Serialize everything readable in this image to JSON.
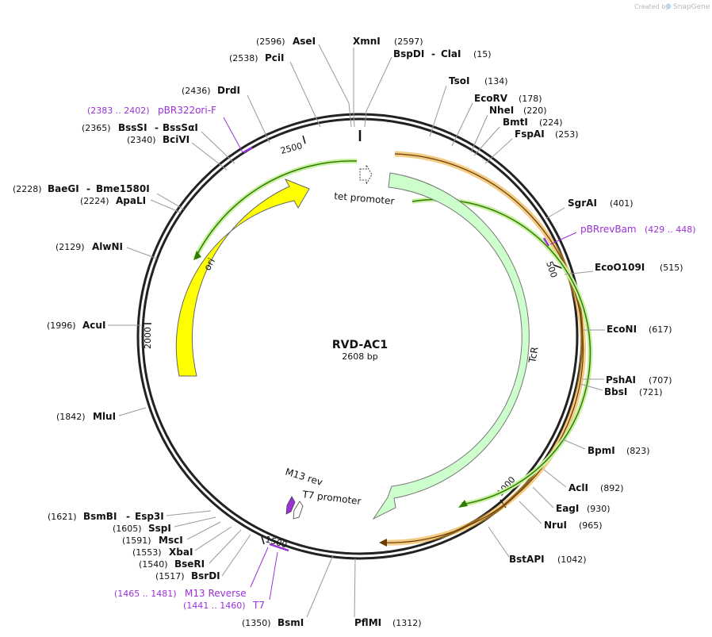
{
  "credit": {
    "created_by": "Created by",
    "brand": "SnapGene"
  },
  "plasmid": {
    "name": "RVD-AC1",
    "length_label": "2608 bp",
    "length_bp": 2608
  },
  "ticks": [
    {
      "bp": 500,
      "label": "500"
    },
    {
      "bp": 1000,
      "label": "1000"
    },
    {
      "bp": 1500,
      "label": "1500"
    },
    {
      "bp": 2000,
      "label": "2000"
    },
    {
      "bp": 2500,
      "label": "2500"
    }
  ],
  "enzymes": [
    {
      "name": "XmnI",
      "pos": "(2597)"
    },
    {
      "name": "BspDI",
      "name2": "ClaI",
      "pos": "(15)"
    },
    {
      "name": "TsoI",
      "pos": "(134)"
    },
    {
      "name": "EcoRV",
      "pos": "(178)"
    },
    {
      "name": "NheI",
      "pos": "(220)"
    },
    {
      "name": "BmtI",
      "pos": "(224)"
    },
    {
      "name": "FspAI",
      "pos": "(253)"
    },
    {
      "name": "SgrAI",
      "pos": "(401)"
    },
    {
      "name": "EcoO109I",
      "pos": "(515)"
    },
    {
      "name": "EcoNI",
      "pos": "(617)"
    },
    {
      "name": "PshAI",
      "pos": "(707)"
    },
    {
      "name": "BbsI",
      "pos": "(721)"
    },
    {
      "name": "BpmI",
      "pos": "(823)"
    },
    {
      "name": "AclI",
      "pos": "(892)"
    },
    {
      "name": "EagI",
      "pos": "(930)"
    },
    {
      "name": "NruI",
      "pos": "(965)"
    },
    {
      "name": "BstAPI",
      "pos": "(1042)"
    },
    {
      "name": "PflMI",
      "pos": "(1312)"
    },
    {
      "name": "BsmI",
      "pos": "(1350)"
    },
    {
      "name": "BsrDI",
      "pos": "(1517)"
    },
    {
      "name": "BseRI",
      "pos": "(1540)"
    },
    {
      "name": "XbaI",
      "pos": "(1553)"
    },
    {
      "name": "MscI",
      "pos": "(1591)"
    },
    {
      "name": "SspI",
      "pos": "(1605)"
    },
    {
      "name": "BsmBI",
      "name2": "Esp3I",
      "pos": "(1621)"
    },
    {
      "name": "MluI",
      "pos": "(1842)"
    },
    {
      "name": "AcuI",
      "pos": "(1996)"
    },
    {
      "name": "AlwNI",
      "pos": "(2129)"
    },
    {
      "name": "ApaLI",
      "pos": "(2224)"
    },
    {
      "name": "BaeGI",
      "name2": "Bme1580I",
      "pos": "(2228)"
    },
    {
      "name": "BciVI",
      "pos": "(2340)"
    },
    {
      "name": "BssSI",
      "name2": "BssSαI",
      "pos": "(2365)"
    },
    {
      "name": "DrdI",
      "pos": "(2436)"
    },
    {
      "name": "PciI",
      "pos": "(2538)"
    },
    {
      "name": "AseI",
      "pos": "(2596)"
    }
  ],
  "primers": [
    {
      "name": "pBR322ori-F",
      "range": "(2383 .. 2402)"
    },
    {
      "name": "pBRrevBam",
      "range": "(429 .. 448)"
    },
    {
      "name": "M13 Reverse",
      "range": "(1465 .. 1481)"
    },
    {
      "name": "T7",
      "range": "(1441 .. 1460)"
    }
  ],
  "features": [
    {
      "name": "ori",
      "start": 1870,
      "end": 2460,
      "color": "#ffff00"
    },
    {
      "name": "TcR",
      "start": 86,
      "end": 1276,
      "color": "#ccffcc"
    },
    {
      "name": "tet promoter"
    },
    {
      "name": "M13 rev"
    },
    {
      "name": "T7 promoter"
    }
  ],
  "colors": {
    "backbone": "#222222",
    "primer": "#9b30d9",
    "orf_outline": "#e8a020",
    "arrow_line": "#2e7d00"
  }
}
